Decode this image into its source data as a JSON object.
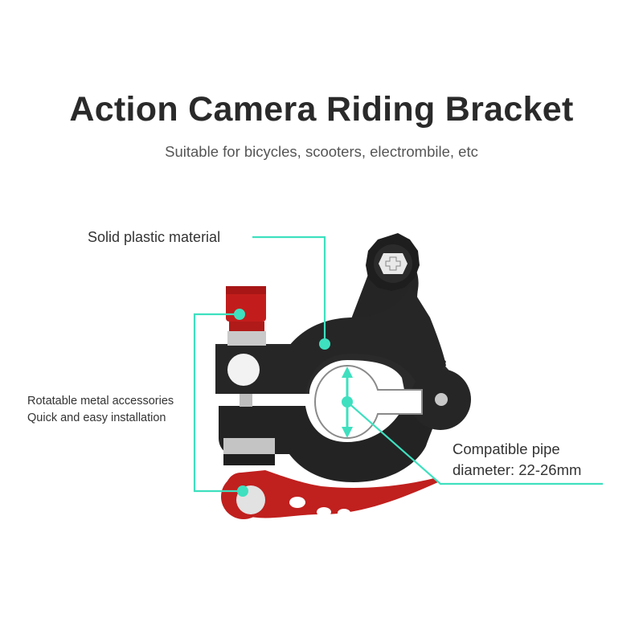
{
  "header": {
    "title": "Action Camera Riding Bracket",
    "subtitle": "Suitable for bicycles, scooters, electrombile, etc"
  },
  "callouts": [
    {
      "id": "material",
      "lines": [
        "Solid plastic material"
      ]
    },
    {
      "id": "accessories",
      "lines": [
        "Rotatable metal accessories",
        "Quick and easy installation"
      ]
    },
    {
      "id": "diameter",
      "lines": [
        "Compatible pipe",
        "diameter: 22-26mm"
      ]
    }
  ],
  "product": {
    "name": "bicycle handlebar clamp bracket",
    "parts": [
      "black clamp body",
      "black star knob with hex bolt",
      "red quick-release lever",
      "red thumb screw cap"
    ]
  },
  "colors": {
    "accent": "#3ee0bf",
    "body": "#262626",
    "metal_red": "#c0201e",
    "text": "#2a2a2a"
  }
}
